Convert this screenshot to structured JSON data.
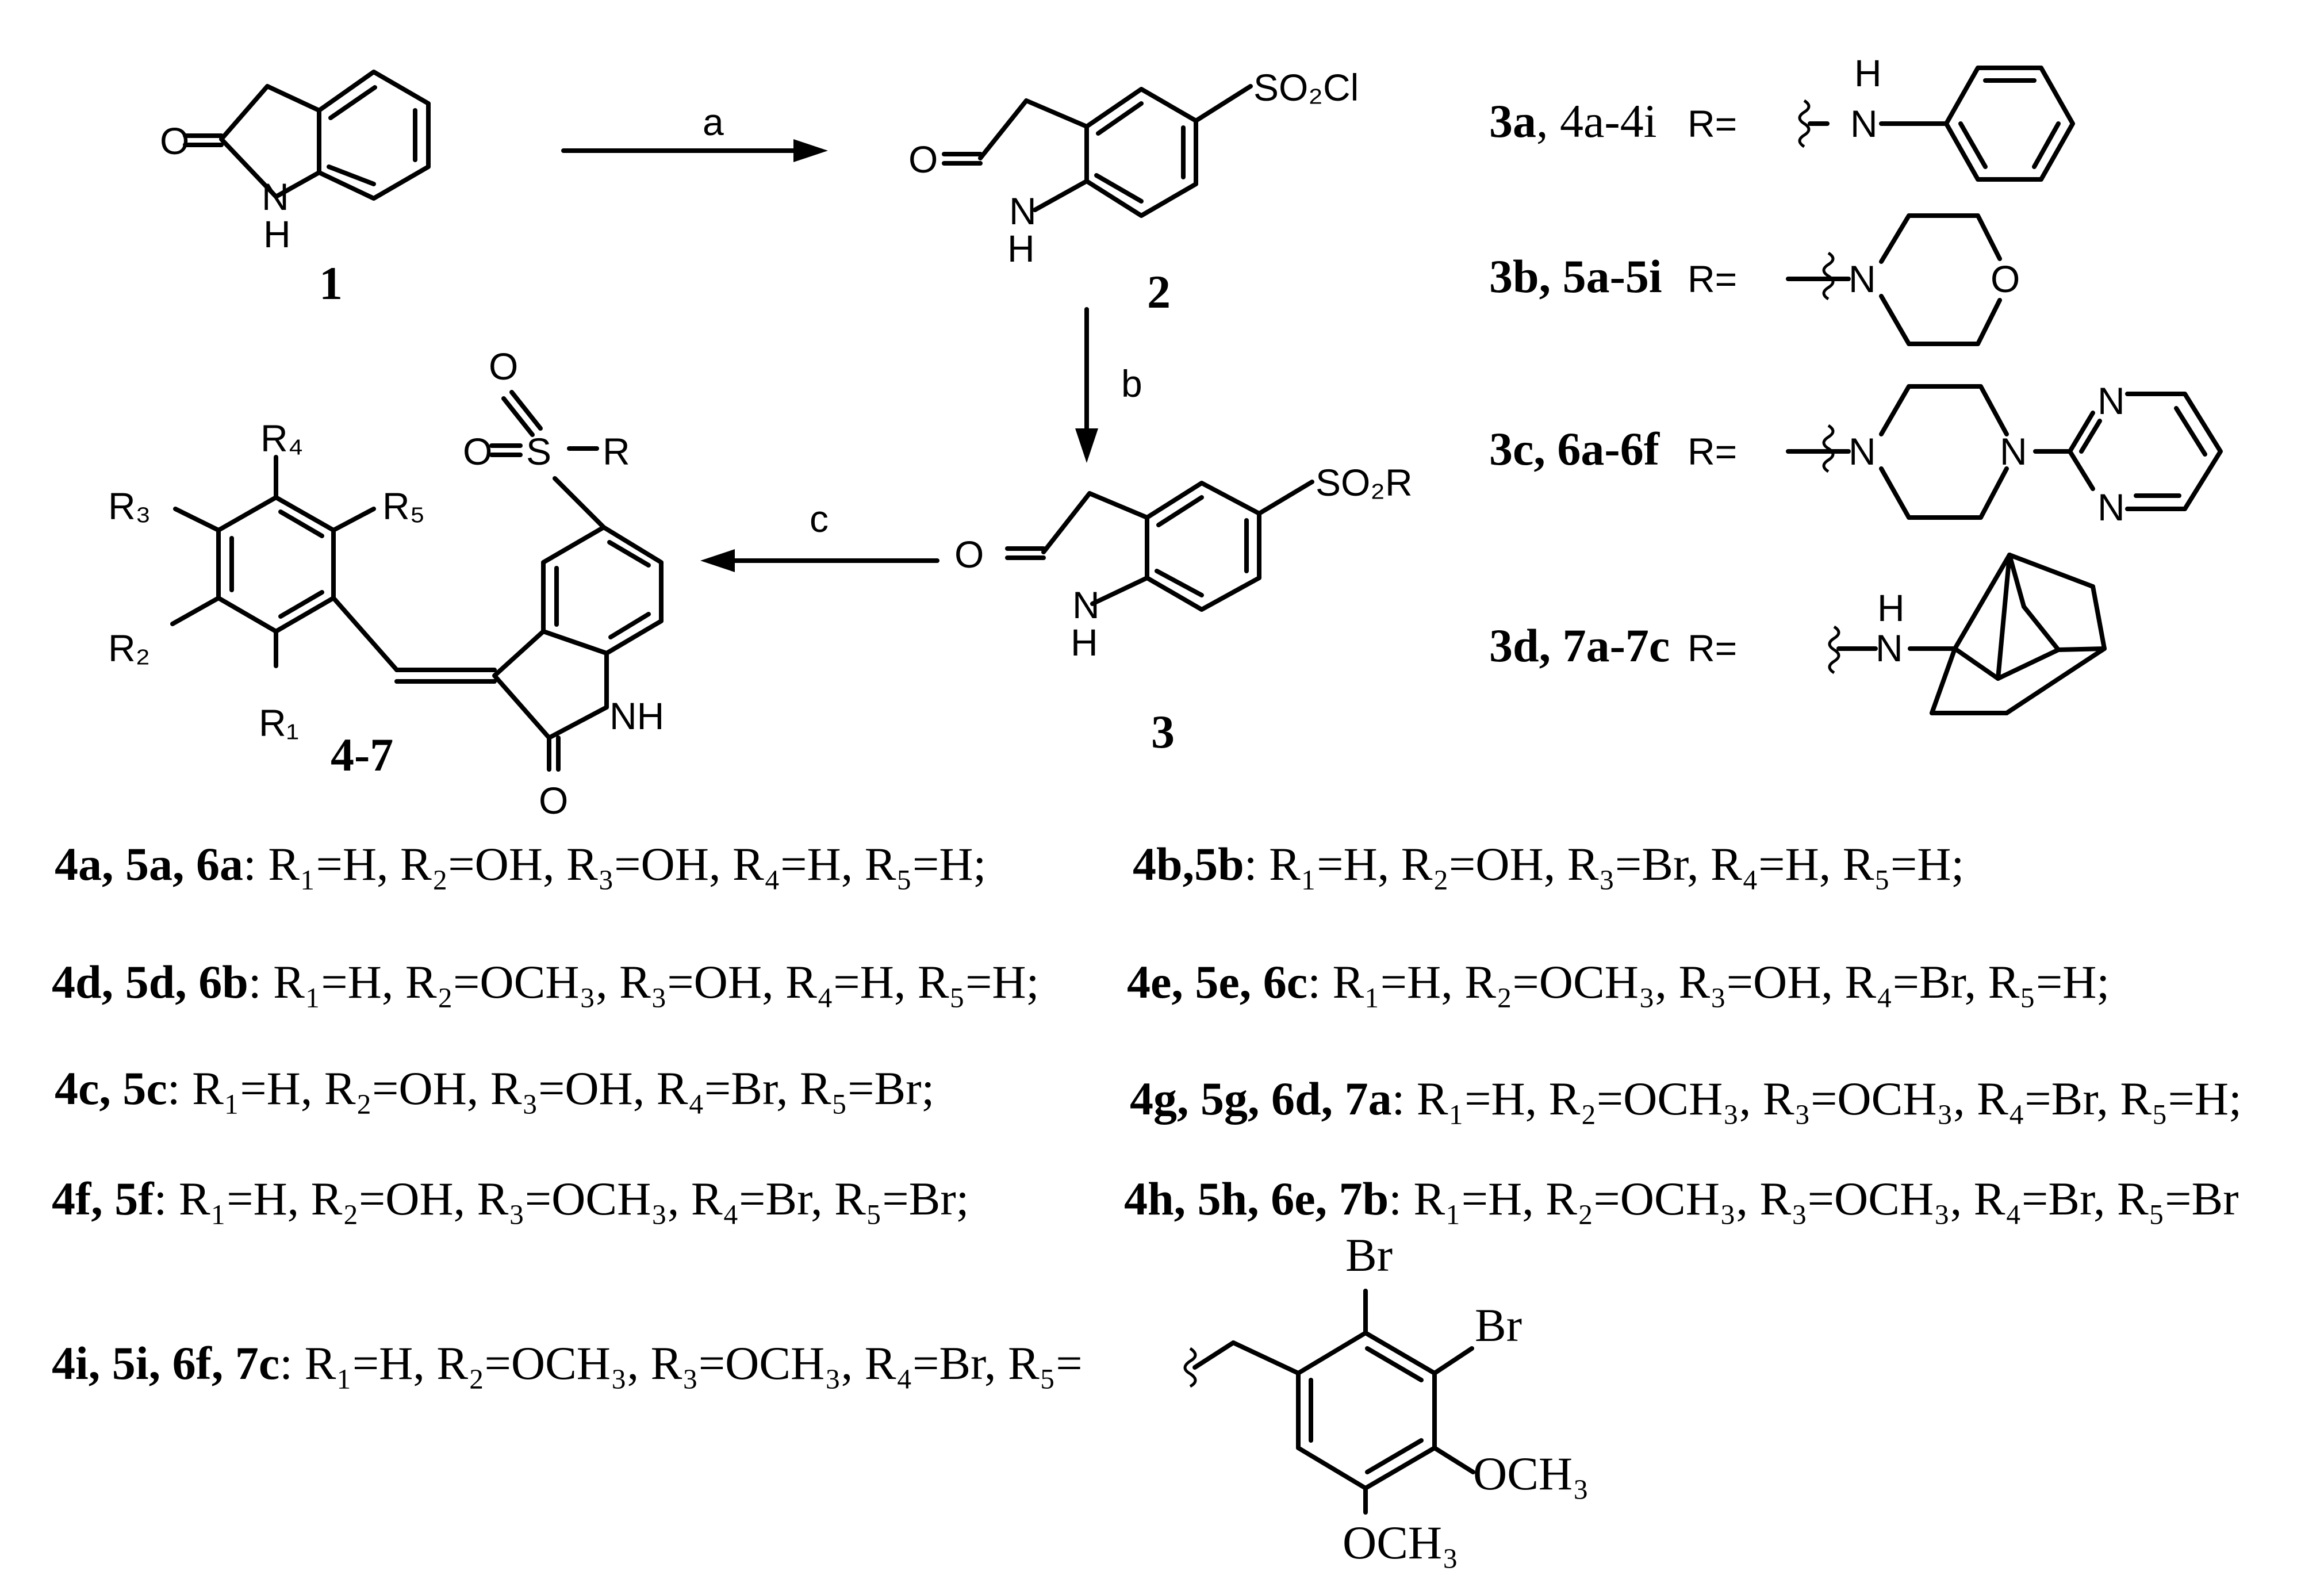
{
  "compounds": {
    "c1": "1",
    "c2": "2",
    "c3": "3",
    "product": "4-7"
  },
  "reagents": {
    "a": "a",
    "b": "b",
    "c": "c"
  },
  "atoms": {
    "O": "O",
    "N": "N",
    "H": "H",
    "NH": "NH",
    "S": "S",
    "SO2Cl": "SO₂Cl",
    "SO2R": "SO₂R",
    "R": "R",
    "Br": "Br",
    "OCH3": "OCH₃",
    "R1": "R₁",
    "R2": "R₂",
    "R3": "R₃",
    "R4": "R₄",
    "R5": "R₅"
  },
  "r_groups": [
    {
      "label": "3a",
      "rest": ", 4a-4i",
      "eq": "R=",
      "substituent": "anilino"
    },
    {
      "label": "3b, 5a-5i",
      "rest": "",
      "eq": "R=",
      "substituent": "morpholino"
    },
    {
      "label": "3c, 6a-6f",
      "rest": "",
      "eq": "R=",
      "substituent": "4-(pyrimidin-2-yl)piperazin-1-yl"
    },
    {
      "label": "3d, 7a-7c",
      "rest": "",
      "eq": "R=",
      "substituent": "adamantan-1-ylamino"
    }
  ],
  "substituent_rows": [
    {
      "ids": "4a, 5a, 6a",
      "text": "R₁=H, R₂=OH, R₃=OH, R₄=H, R₅=H;"
    },
    {
      "ids": "4b,5b",
      "text": "R₁=H, R₂=OH, R₃=Br, R₄=H, R₅=H;"
    },
    {
      "ids": "4d, 5d, 6b",
      "text": "R₁=H, R₂=OCH₃, R₃=OH, R₄=H, R₅=H;"
    },
    {
      "ids": "4e, 5e, 6c",
      "text": "R₁=H, R₂=OCH₃, R₃=OH, R₄=Br, R₅=H;"
    },
    {
      "ids": "4c, 5c",
      "text": "R₁=H, R₂=OH, R₃=OH, R₄=Br, R₅=Br;"
    },
    {
      "ids": "4g, 5g, 6d, 7a",
      "text": "R₁=H, R₂=OCH₃, R₃=OCH₃, R₄=Br, R₅=H;"
    },
    {
      "ids": "4f, 5f",
      "text": "R₁=H, R₂=OH, R₃=OCH₃, R₄=Br, R₅=Br;"
    },
    {
      "ids": "4h, 5h, 6e, 7b",
      "text": "R₁=H, R₂=OCH₃, R₃=OCH₃, R₄=Br, R₅=Br"
    },
    {
      "ids": "4i, 5i, 6f, 7c",
      "text": "R₁=H, R₂=OCH₃, R₃=OCH₃, R₄=Br, R₅="
    }
  ]
}
